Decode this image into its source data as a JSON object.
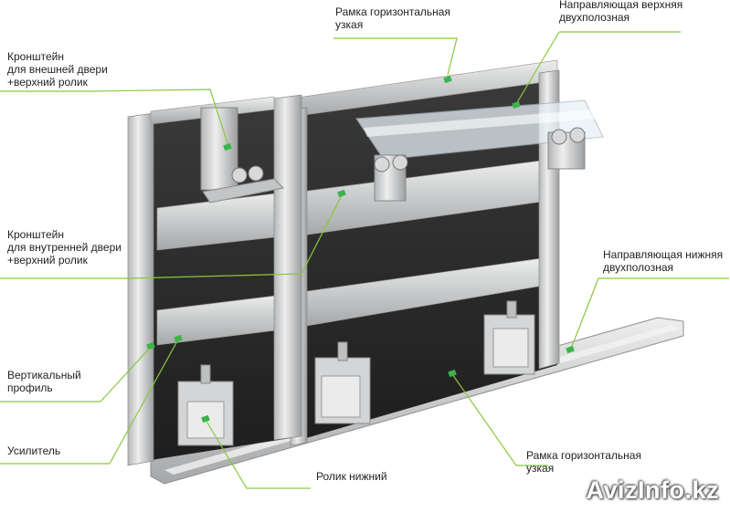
{
  "labels": {
    "frame_top": "Рамка горизонтальная\nузкая",
    "guide_top": "Направляющая верхняя\nдвухполозная",
    "bracket_outer": "Кронштейн\nдля внешней двери\n+верхний ролик",
    "bracket_inner": "Кронштейн\nдля внутренней двери\n+верхний ролик",
    "guide_bottom": "Направляющая нижняя\nдвухполозная",
    "vertical_profile": "Вертикальный\nпрофиль",
    "reinforcer": "Усилитель",
    "roller_bottom": "Ролик нижний",
    "frame_bottom": "Рамка горизонтальная\nузкая"
  },
  "watermark": "AvizInfo.kz",
  "colors": {
    "leader": "#8cc63f",
    "marker": "#39b54a",
    "panel_dark": "#2b2b2b",
    "aluminium": "#c9cbcc",
    "aluminium_light": "#e4e5e6",
    "aluminium_dark": "#9a9c9e"
  }
}
